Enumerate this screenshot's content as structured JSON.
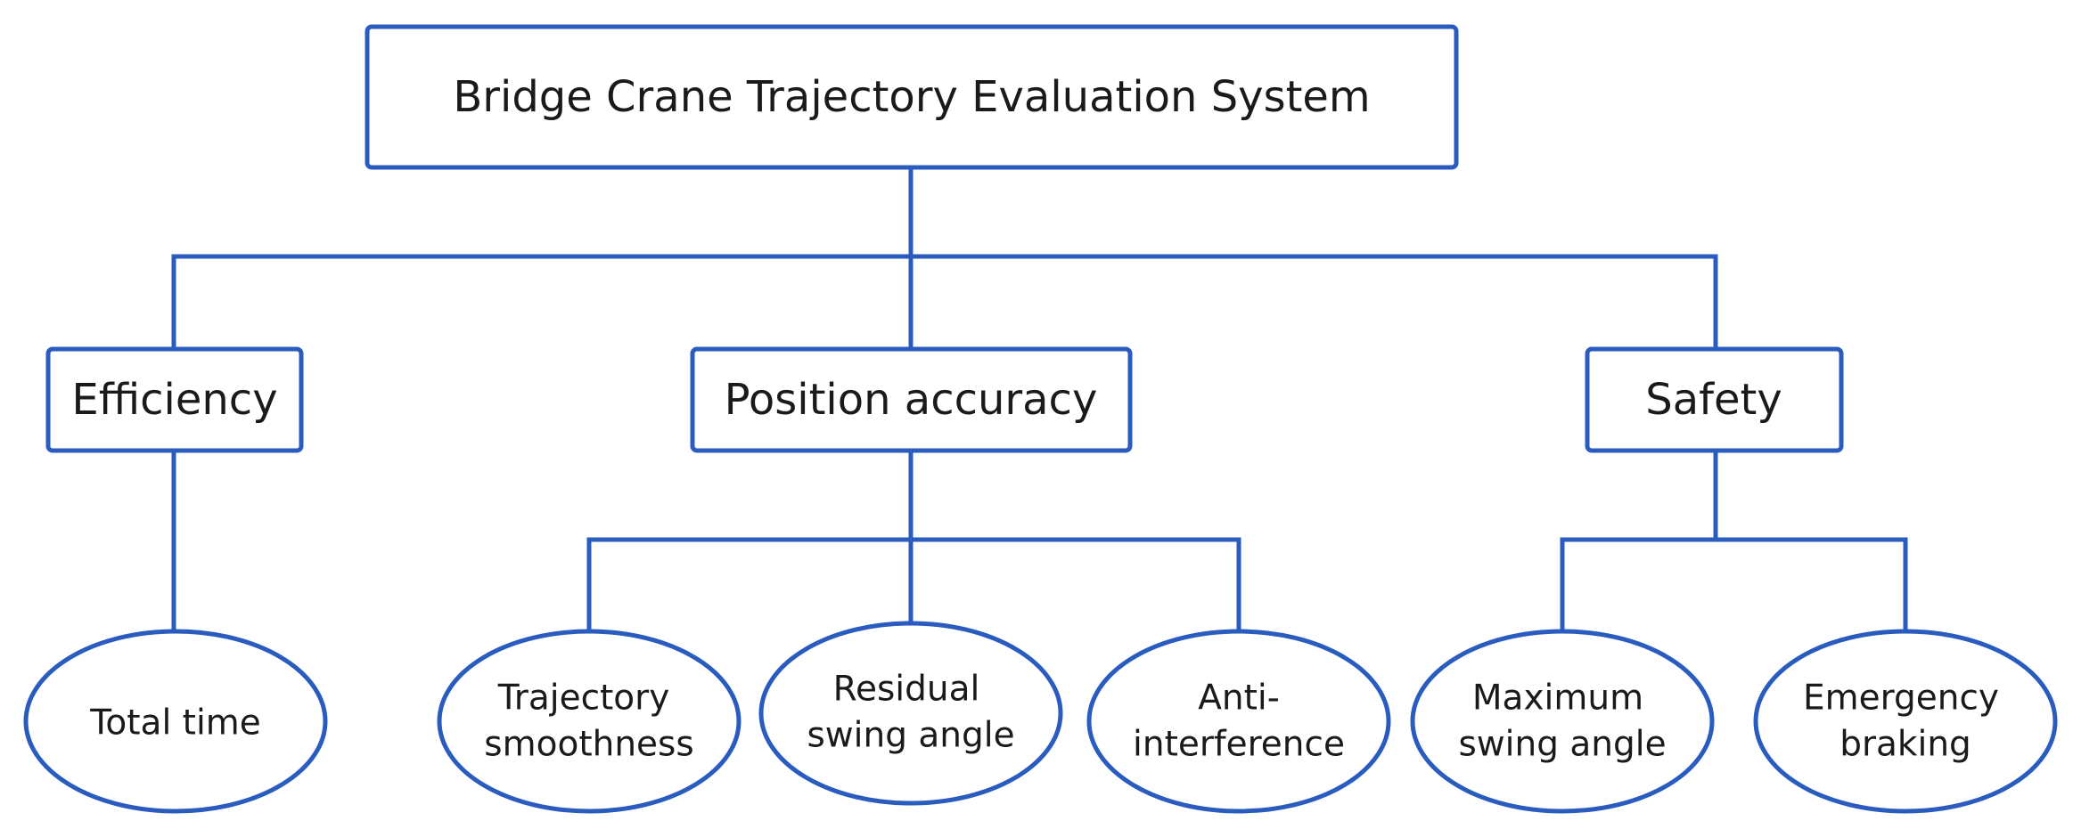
{
  "diagram": {
    "root": {
      "label": "Bridge Crane Trajectory Evaluation System"
    },
    "categories": [
      {
        "label": "Efficiency",
        "leaves": [
          {
            "lines": [
              "Total time"
            ]
          }
        ]
      },
      {
        "label": "Position accuracy",
        "leaves": [
          {
            "lines": [
              "Trajectory",
              "smoothness"
            ]
          },
          {
            "lines": [
              "Residual",
              "swing angle"
            ]
          },
          {
            "lines": [
              "Anti-",
              "interference"
            ]
          }
        ]
      },
      {
        "label": "Safety",
        "leaves": [
          {
            "lines": [
              "Maximum",
              "swing angle"
            ]
          },
          {
            "lines": [
              "Emergency",
              "braking"
            ]
          }
        ]
      }
    ]
  },
  "colors": {
    "stroke": "#2a5cc0",
    "text": "#1a1a1a",
    "background": "#ffffff"
  }
}
